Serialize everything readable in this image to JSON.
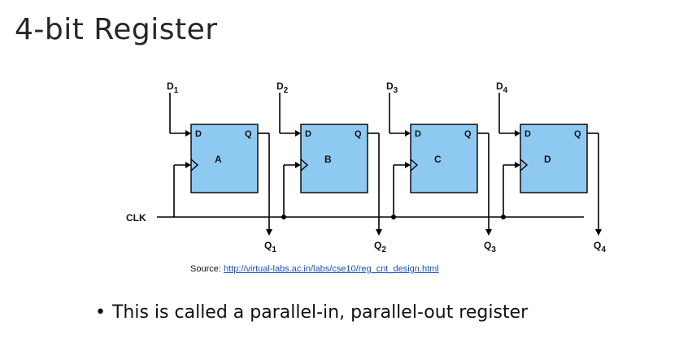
{
  "slide": {
    "title": "4-bit Register",
    "bullet": "This is called a parallel-in, parallel-out register"
  },
  "source": {
    "label": "Source:",
    "url": "http://virtual-labs.ac.in/labs/cse10/reg_cnt_design.html"
  },
  "diagram": {
    "clock_label": "CLK",
    "flipflops": [
      {
        "name": "A",
        "d_pin": "D",
        "q_pin": "Q",
        "input": "D",
        "input_sub": "1",
        "output": "Q",
        "output_sub": "1"
      },
      {
        "name": "B",
        "d_pin": "D",
        "q_pin": "Q",
        "input": "D",
        "input_sub": "2",
        "output": "Q",
        "output_sub": "2"
      },
      {
        "name": "C",
        "d_pin": "D",
        "q_pin": "Q",
        "input": "D",
        "input_sub": "3",
        "output": "Q",
        "output_sub": "3"
      },
      {
        "name": "D",
        "d_pin": "D",
        "q_pin": "Q",
        "input": "D",
        "input_sub": "4",
        "output": "Q",
        "output_sub": "4"
      }
    ],
    "colors": {
      "box_fill": "#8ec9f2",
      "line": "#000000"
    }
  }
}
